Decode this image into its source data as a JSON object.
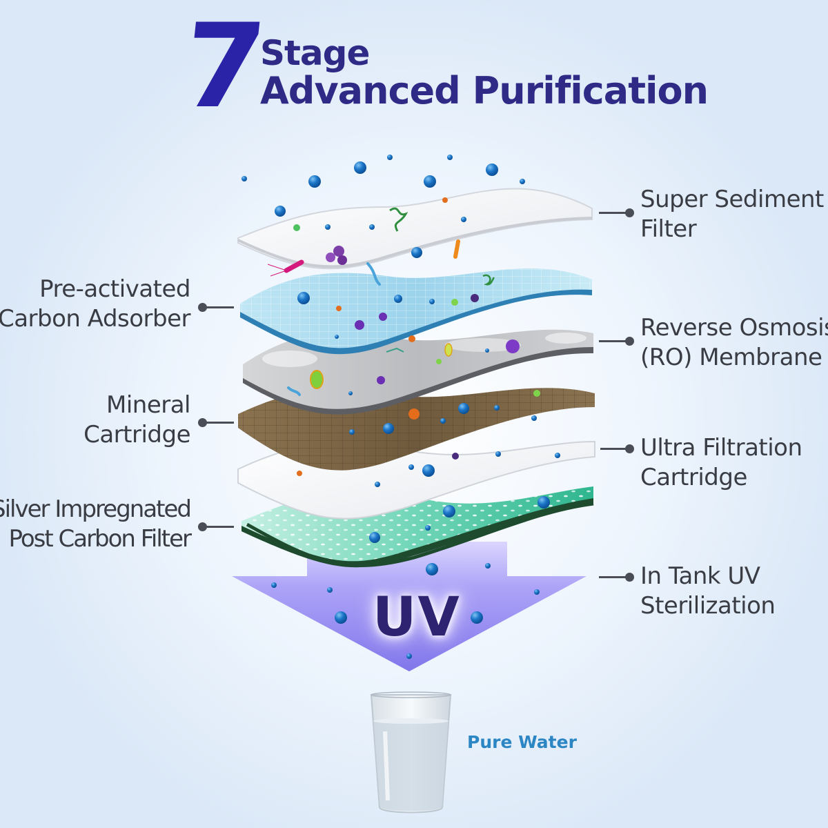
{
  "header": {
    "number": "7",
    "line1": "Stage",
    "line2": "Advanced Purification"
  },
  "stages": {
    "super_sediment": {
      "line1": "Super Sediment",
      "line2": "Filter"
    },
    "pre_activated_carbon": {
      "line1": "Pre-activated",
      "line2": "Carbon Adsorber"
    },
    "reverse_osmosis": {
      "line1": "Reverse Osmosis",
      "line2": "(RO) Membrane"
    },
    "mineral": {
      "line1": "Mineral",
      "line2": "Cartridge"
    },
    "ultra_filtration": {
      "line1": "Ultra Filtration",
      "line2": "Cartridge"
    },
    "silver_post_carbon": {
      "line1": "Silver Impregnated",
      "line2": "Post Carbon Filter"
    },
    "uv": {
      "line1": "In Tank UV",
      "line2": "Sterilization"
    }
  },
  "uv_label": "UV",
  "output_label": "Pure Water",
  "colors": {
    "title": "#2e2a85",
    "number": "#2a23a8",
    "label_text": "#3a3c44",
    "connector": "#4a4d55",
    "water_drop": "#1c76c8",
    "uv_arrow": "#8f86f2",
    "pure_water_text": "#2c86c4"
  }
}
